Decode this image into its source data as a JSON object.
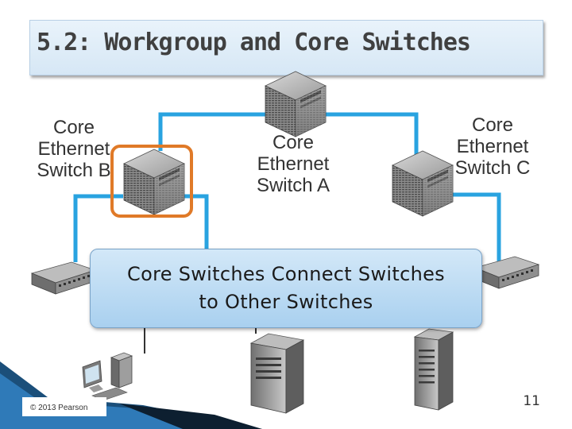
{
  "slide": {
    "title": "5.2: Workgroup and Core Switches",
    "page_number": "11",
    "copyright": "© 2013 Pearson"
  },
  "diagram": {
    "labels": {
      "switch_b": [
        "Core",
        "Ethernet",
        "Switch B"
      ],
      "switch_a": [
        "Core",
        "Ethernet",
        "Switch A"
      ],
      "switch_c": [
        "Core",
        "Ethernet",
        "Switch C"
      ]
    },
    "callout": {
      "line1": "Core Switches Connect Switches",
      "line2": "to Other Switches"
    },
    "colors": {
      "link": "#29a3e0",
      "highlight": "#e07a28",
      "callout_fill": "#bcdcf4"
    },
    "icons": [
      "core-switch-icon",
      "workgroup-switch-icon",
      "server-icon",
      "desktop-pc-icon"
    ]
  }
}
